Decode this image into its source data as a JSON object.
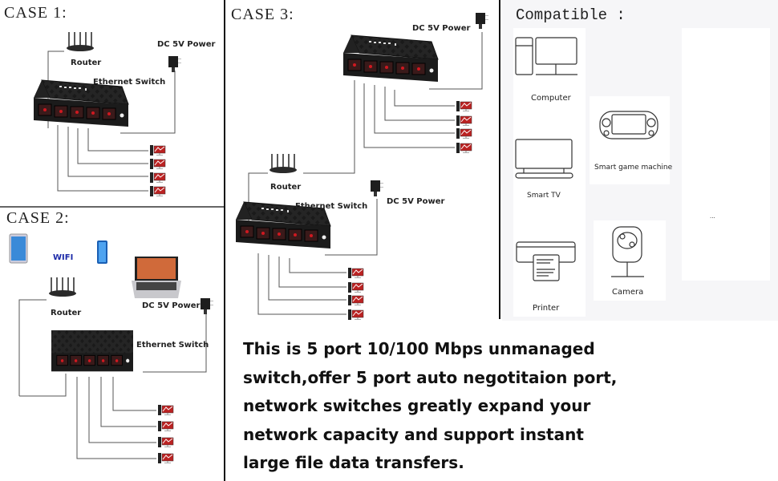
{
  "cases": [
    {
      "title": "CASE 1:",
      "labels": {
        "router": "Router",
        "power": "DC 5V Power",
        "switch": "Ethernet Switch"
      },
      "pc_count": 4
    },
    {
      "title": "CASE 2:",
      "labels": {
        "wifi": "WIFI",
        "router": "Router",
        "power": "DC 5V Power",
        "switch": "Ethernet Switch"
      },
      "wireless_devices": [
        "tablet",
        "smartphone",
        "laptop"
      ],
      "pc_count": 4
    },
    {
      "title": "CASE 3:",
      "labels": {
        "power_top": "DC 5V Power",
        "router": "Router",
        "switch": "Ethernet Switch",
        "power_bottom": "DC 5V Power"
      },
      "pc_count_top": 4,
      "pc_count_bottom": 4
    }
  ],
  "compatible": {
    "title": "Compatible :",
    "devices": [
      {
        "name": "Computer",
        "icon": "computer-icon"
      },
      {
        "name": "Smart game machine",
        "icon": "game-console-icon"
      },
      {
        "name": "Smart TV",
        "icon": "smart-tv-icon"
      },
      {
        "name": "Printer",
        "icon": "printer-icon"
      },
      {
        "name": "Camera",
        "icon": "camera-icon"
      }
    ],
    "more": "..."
  },
  "description": {
    "lines": [
      "This is 5 port 10/100 Mbps unmanaged",
      "switch,offer 5 port auto negotitaion port,",
      "network switches greatly expand your",
      "network capacity and support instant",
      "large file data transfers."
    ]
  },
  "colors": {
    "switch_body": "#1e1e1e",
    "port_led": "#c0141c",
    "wifi_label": "#1c2aa8",
    "line": "#555555"
  }
}
